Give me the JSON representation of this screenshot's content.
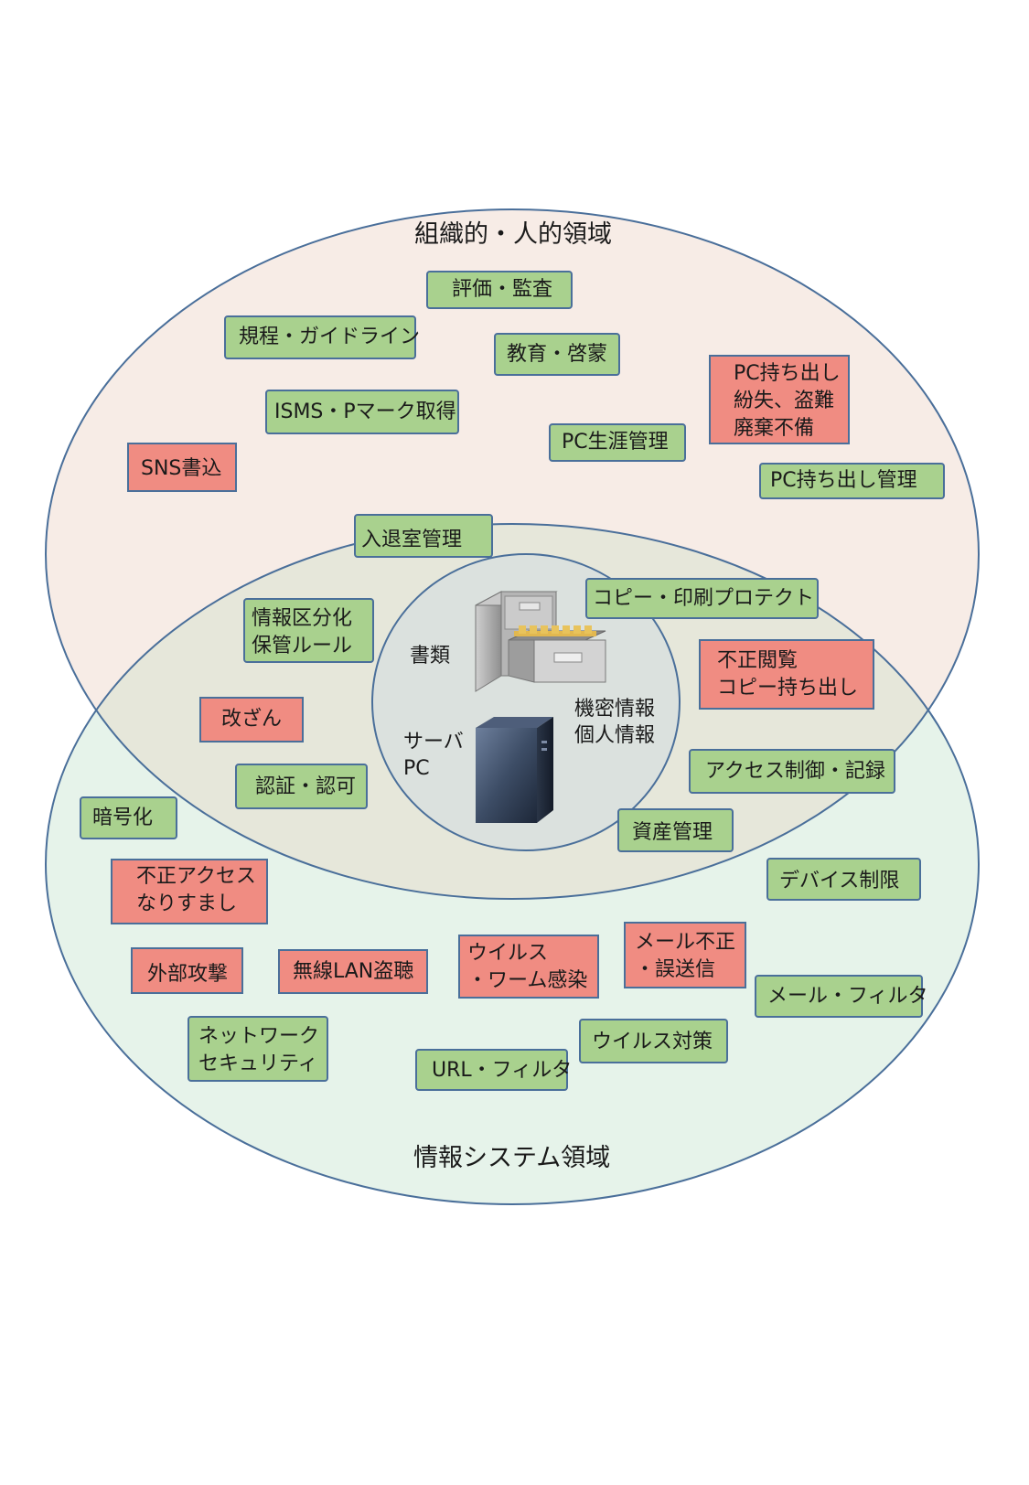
{
  "regions": {
    "organizational_title": "組織的・人的領域",
    "system_title": "情報システム領域"
  },
  "center": {
    "documents_label": "書類",
    "server_label": "サーバ",
    "pc_label": "PC",
    "info_line1": "機密情報",
    "info_line2": "個人情報"
  },
  "measures": {
    "evaluation_audit": "評価・監査",
    "rules_guidelines": "規程・ガイドライン",
    "education": "教育・啓蒙",
    "isms": "ISMS・Pマーク取得",
    "pc_lifecycle": "PC生涯管理",
    "pc_takeout_mgmt": "PC持ち出し管理",
    "entry_exit": "入退室管理",
    "info_classification": "情報区分化\n保管ルール",
    "copy_print_protect": "コピー・印刷プロテクト",
    "auth": "認証・認可",
    "access_control": "アクセス制御・記録",
    "asset_mgmt": "資産管理",
    "encryption": "暗号化",
    "device_limit": "デバイス制限",
    "mail_filter": "メール・フィルタ",
    "network_security": "ネットワーク\nセキュリティ",
    "virus_protection": "ウイルス対策",
    "url_filter": "URL・フィルタ"
  },
  "threats": {
    "pc_loss": "PC持ち出し\n紛失、盗難\n廃棄不備",
    "sns": "SNS書込",
    "unauthorized_view": "不正閲覧\nコピー持ち出し",
    "tampering": "改ざん",
    "unauthorized_access": "不正アクセス\nなりすまし",
    "external_attack": "外部攻撃",
    "wlan_eavesdrop": "無線LAN盗聴",
    "virus_worm": "ウイルス\n・ワーム感染",
    "mail_misuse": "メール不正\n・誤送信"
  },
  "colors": {
    "org_region_fill": "#f7ece6",
    "sys_region_fill": "#e6f3ea",
    "overlap_fill": "#e6e7da",
    "core_fill": "#dbe1de",
    "ellipse_stroke": "#4a6f9a",
    "measure_fill": "#a9d18e",
    "threat_fill": "#f08c82"
  }
}
